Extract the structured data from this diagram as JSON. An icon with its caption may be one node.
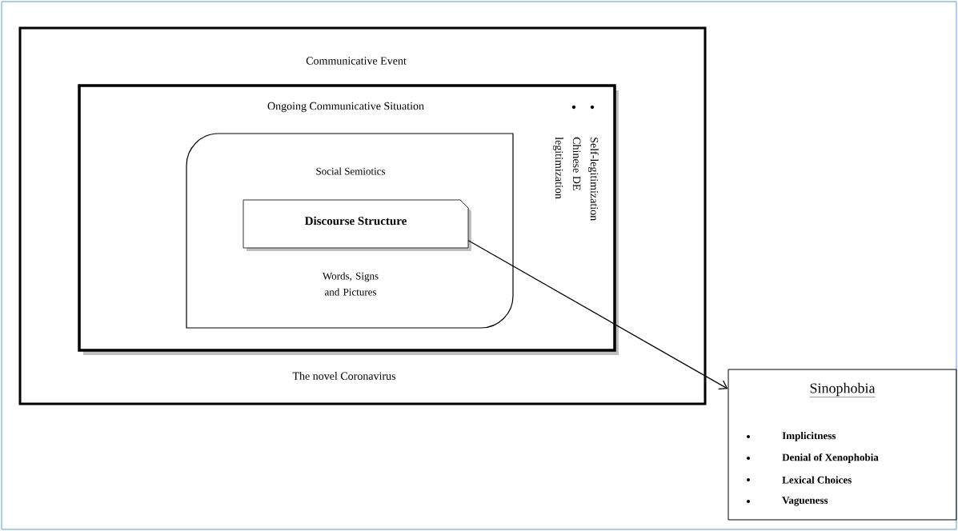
{
  "diagram": {
    "nodes": [
      {
        "text": [
          "Communicative Event",
          "The novel Coronavirus"
        ]
      },
      {
        "text": [
          "Ongoing Communicative Situation",
          "Self-legitimization",
          "Chinese DE legitimization"
        ],
        "in": 0
      },
      {
        "text": [
          "Social Semiotics",
          "Words, Signs and Pictures"
        ],
        "in": 1
      },
      {
        "text": [
          "Discourse Structure"
        ],
        "in": 2
      },
      {
        "text": [
          "Sinophobia",
          "Implicitness",
          "Denial of Xenophobia",
          "Lexical Choices",
          "Vagueness"
        ]
      }
    ],
    "edges": [
      {
        "from": 3,
        "to": 4,
        "arrow": "to"
      }
    ]
  }
}
